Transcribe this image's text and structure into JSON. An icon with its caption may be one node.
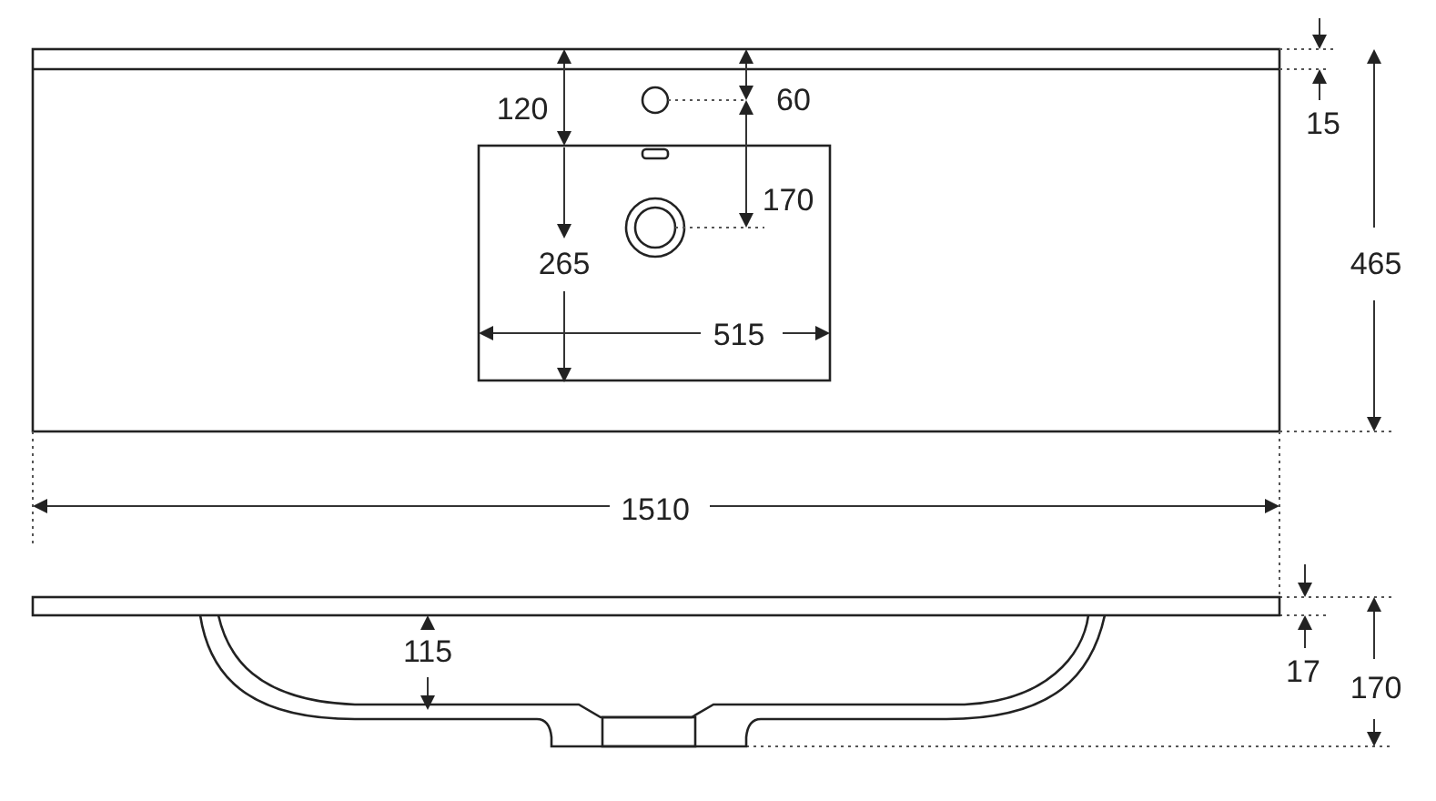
{
  "diagram": {
    "labels": [
      "120",
      "60",
      "15",
      "170",
      "265",
      "465",
      "515",
      "1510",
      "115",
      "17",
      "170"
    ]
  }
}
